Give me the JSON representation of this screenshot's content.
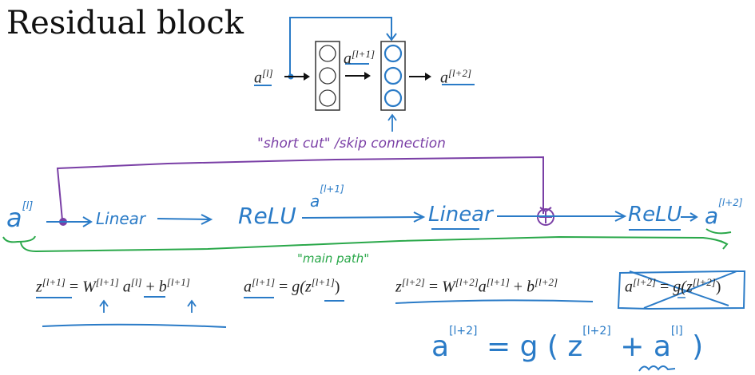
{
  "title": "Residual block",
  "top_diagram": {
    "input_label": "a",
    "input_sup": "[l]",
    "middle_label": "a",
    "middle_sup": "[l+1]",
    "output_label": "a",
    "output_sup": "[l+2]",
    "layer1_units": 3,
    "layer2_units": 3
  },
  "annotations": {
    "shortcut": "\"short cut\" /skip connection",
    "main_path": "\"main path\""
  },
  "main_path_flow": {
    "input": "a",
    "input_sup": "[l]",
    "step1": "Linear",
    "step2": "ReLU",
    "mid_label": "a",
    "mid_sup": "[l+1]",
    "step3": "Linear",
    "add_symbol": "+",
    "step4": "ReLU",
    "output": "a",
    "output_sup": "[l+2]"
  },
  "equations": {
    "eq1": {
      "lhs": "z",
      "lhs_sup": "[l+1]",
      "rhs_W": "W",
      "rhs_W_sup": "[l+1]",
      "rhs_a": "a",
      "rhs_a_sup": "[l]",
      "rhs_b": "b",
      "rhs_b_sup": "[l+1]"
    },
    "eq2": {
      "lhs": "a",
      "lhs_sup": "[l+1]",
      "rhs": "g(z",
      "rhs_sup": "[l+1]",
      "close": ")"
    },
    "eq3": {
      "lhs": "z",
      "lhs_sup": "[l+2]",
      "rhs_W": "W",
      "rhs_W_sup": "[l+2]",
      "rhs_a": "a",
      "rhs_a_sup": "[l+1]",
      "rhs_b": "b",
      "rhs_b_sup": "[l+2]"
    },
    "eq4_crossed": {
      "lhs": "a",
      "lhs_sup": "[l+2]",
      "rhs": "g(z",
      "rhs_sup": "[l+2]",
      "close": ")"
    },
    "eq_equals": "=",
    "eq_plus": "+"
  },
  "handwritten_result": {
    "lhs": "a",
    "lhs_sup": "[l+2]",
    "rhs_g": "= g (",
    "rhs_z": "z",
    "rhs_z_sup": "[l+2]",
    "plus": "+",
    "rhs_a": "a",
    "rhs_a_sup": "[l]",
    "close": ")"
  },
  "colors": {
    "blue_ink": "#2a7bc7",
    "purple_ink": "#7a3fa6",
    "green_ink": "#2aa84a",
    "print_text": "#222222"
  }
}
